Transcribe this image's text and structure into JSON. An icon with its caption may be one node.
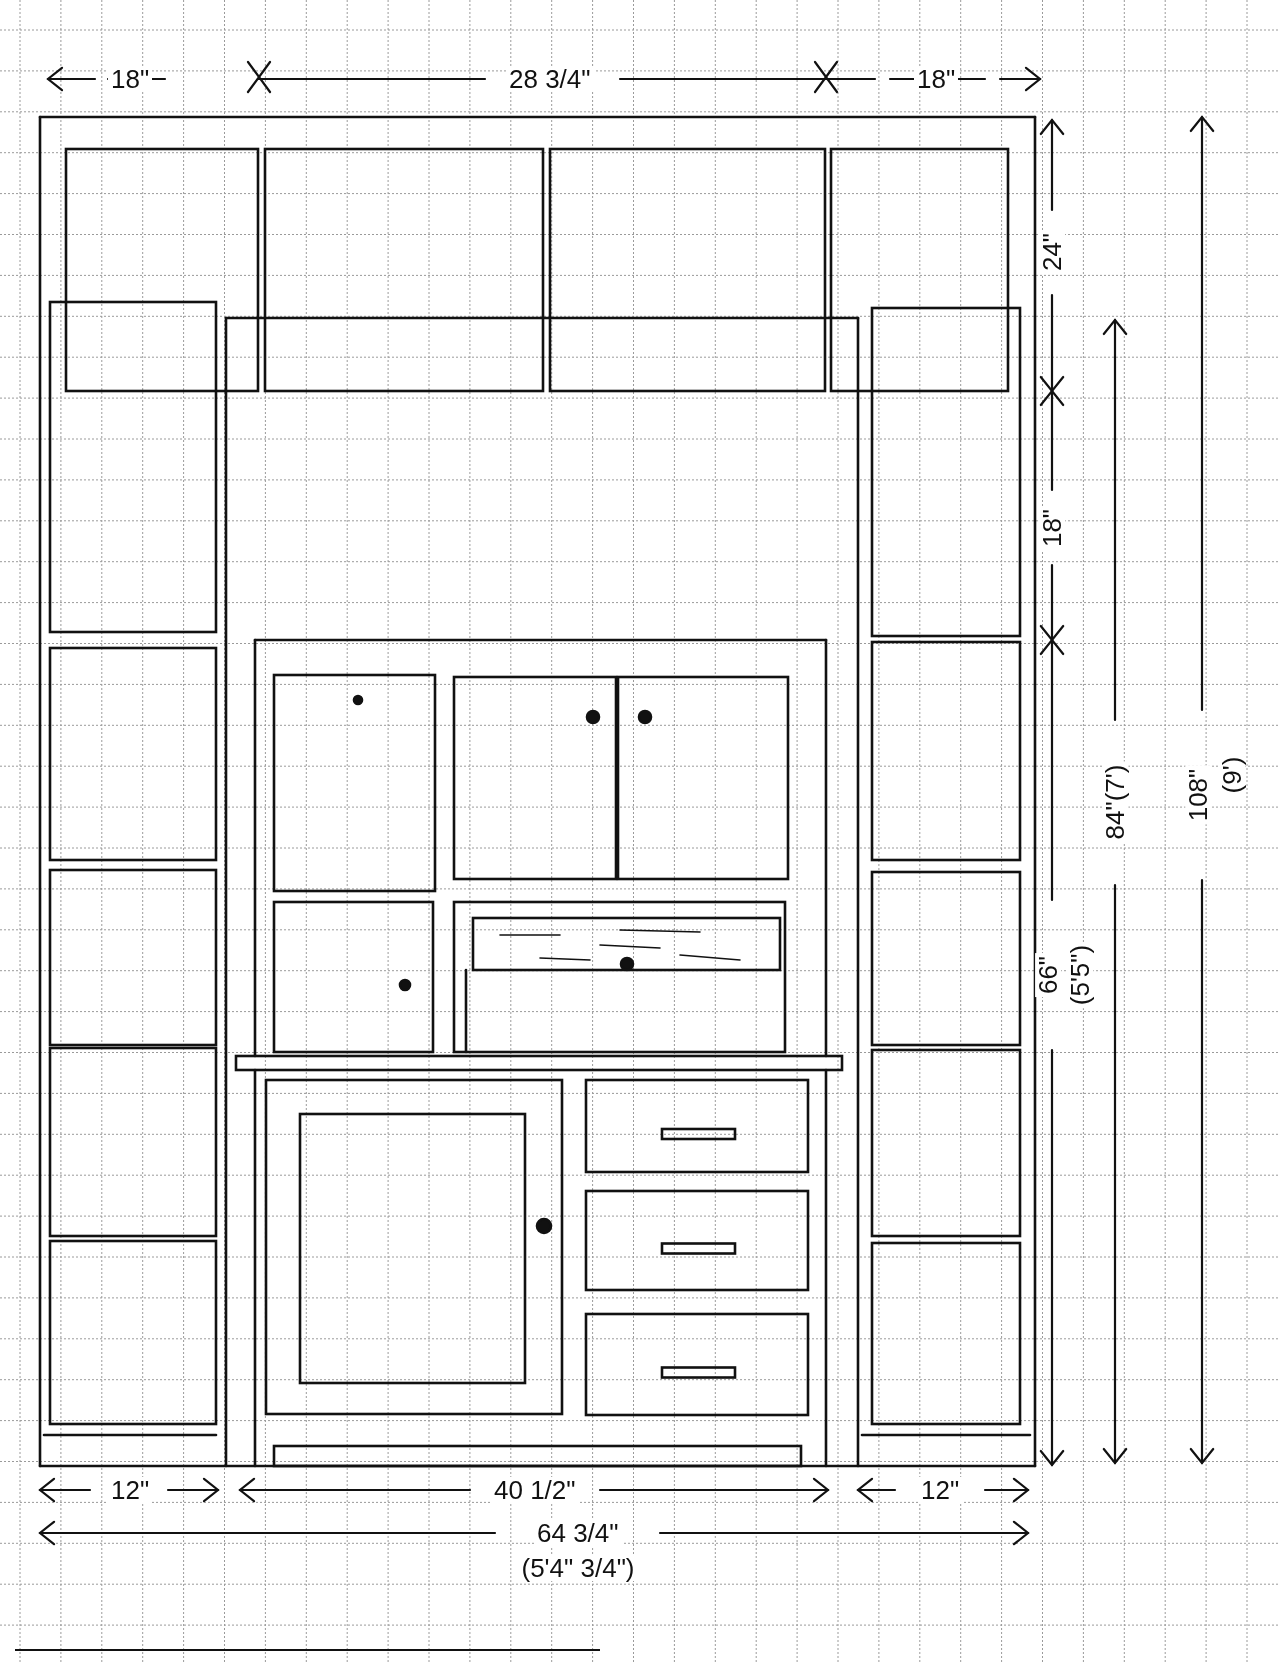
{
  "diagram": {
    "labels": [
      "18\"",
      "28 3/4\"",
      "18\"",
      "24\"",
      "18\"",
      "66\"",
      "(5'5\")",
      "84\"(7')",
      "108\"",
      "(9')",
      "12\"",
      "40 1/2\"",
      "12\"",
      "64 3/4\"",
      "(5'4\" 3/4\")"
    ]
  }
}
